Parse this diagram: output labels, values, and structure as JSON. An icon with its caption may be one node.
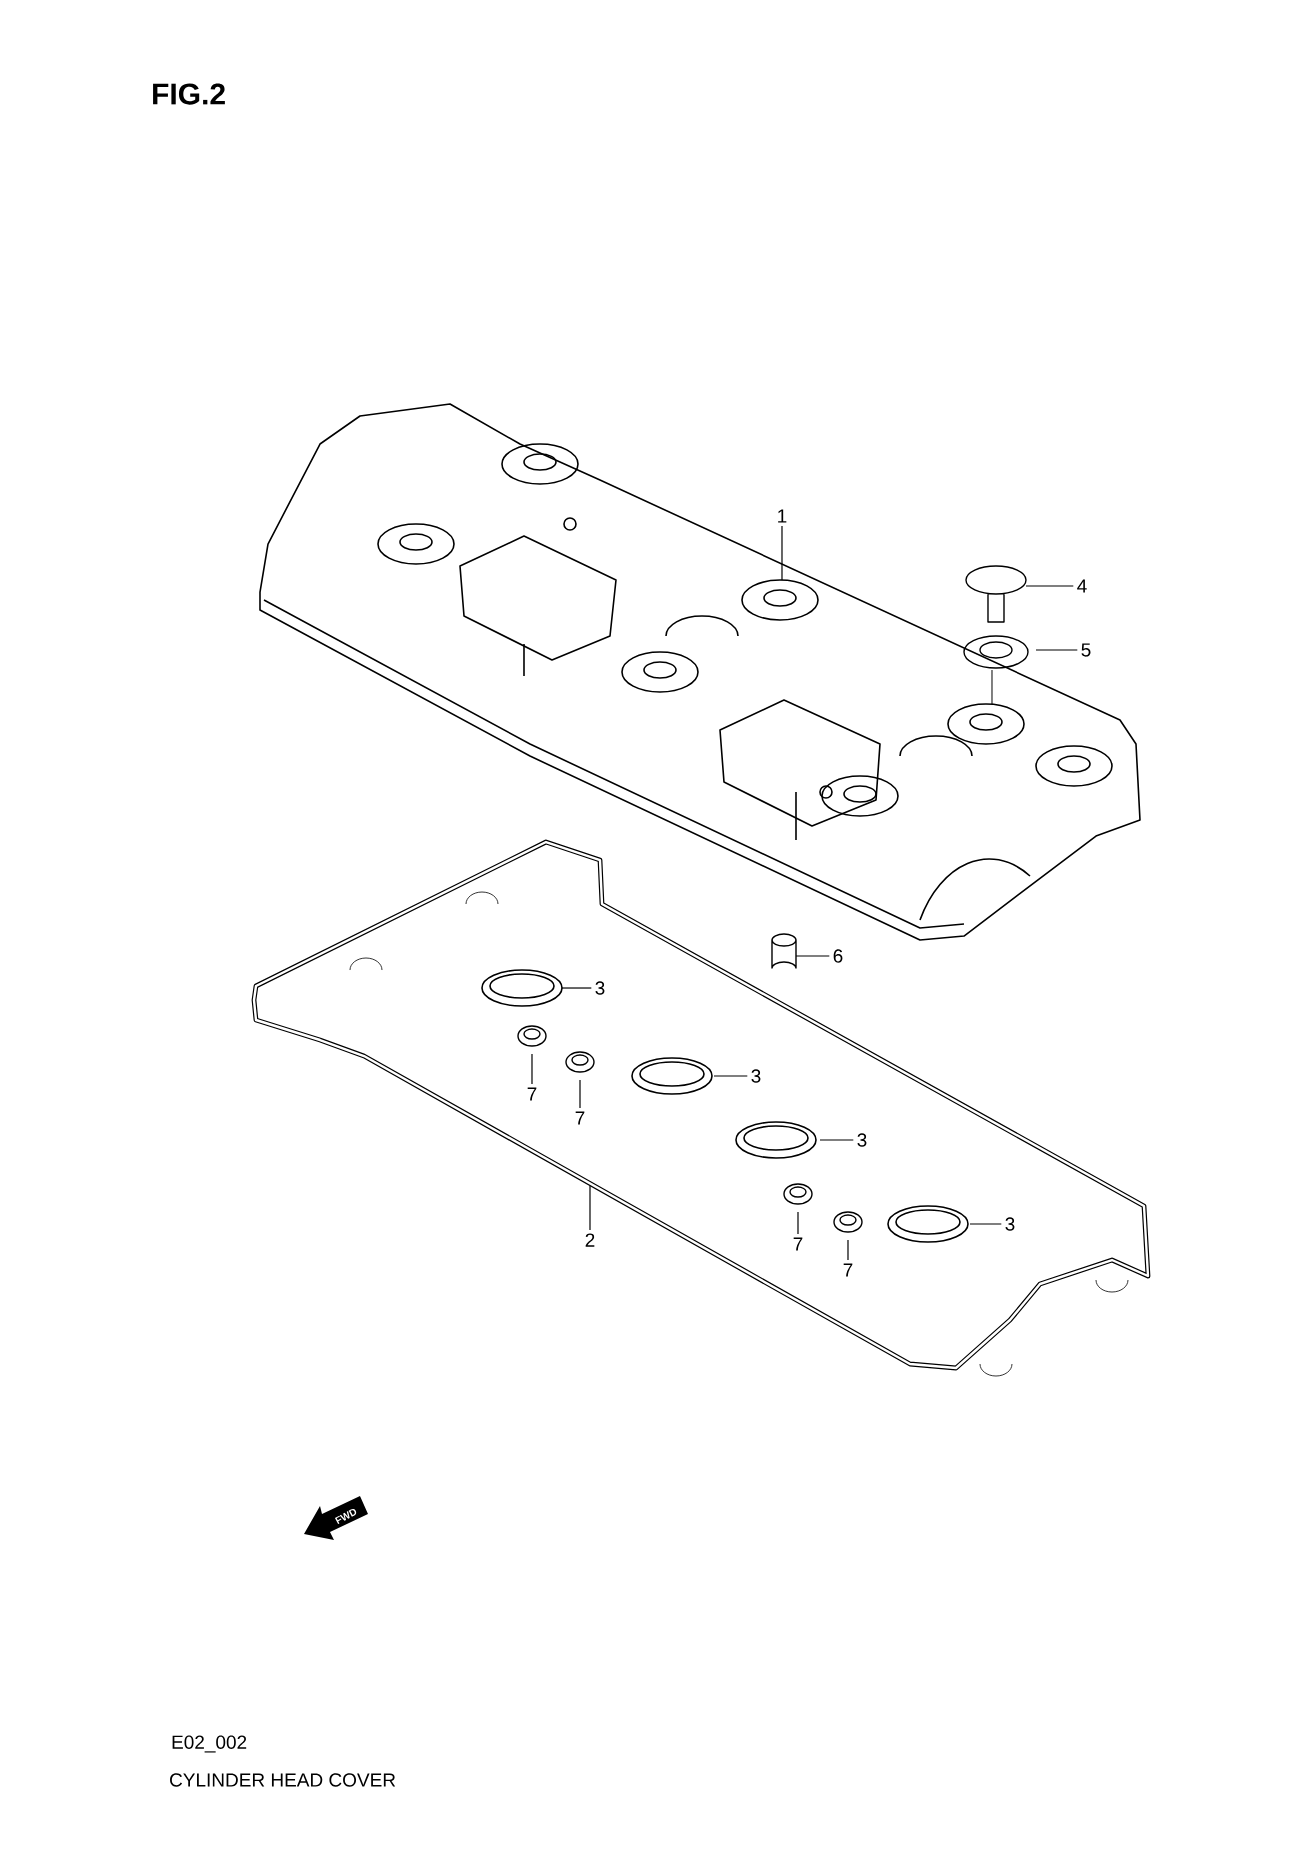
{
  "diagram": {
    "title": "FIG.2",
    "caption": "CYLINDER HEAD COVER",
    "nodes": [
      {
        "text": [
          "1"
        ]
      },
      {
        "text": [
          "4"
        ]
      },
      {
        "text": [
          "5"
        ]
      },
      {
        "text": [
          "6"
        ]
      },
      {
        "text": [
          "3"
        ]
      },
      {
        "text": [
          "3"
        ]
      },
      {
        "text": [
          "7"
        ]
      },
      {
        "text": [
          "7"
        ]
      },
      {
        "text": [
          "3"
        ]
      },
      {
        "text": [
          "3"
        ]
      },
      {
        "text": [
          "2"
        ]
      },
      {
        "text": [
          "7"
        ]
      },
      {
        "text": [
          "7"
        ]
      }
    ],
    "edges": [
      {
        "from": 0,
        "to": null,
        "arrow": "none"
      },
      {
        "from": 1,
        "to": null,
        "arrow": "none"
      },
      {
        "from": 2,
        "to": null,
        "arrow": "none"
      },
      {
        "from": 3,
        "to": null,
        "arrow": "none"
      },
      {
        "from": 4,
        "to": null,
        "arrow": "none"
      },
      {
        "from": 5,
        "to": null,
        "arrow": "none"
      },
      {
        "from": 6,
        "to": null,
        "arrow": "none"
      },
      {
        "from": 7,
        "to": null,
        "arrow": "none"
      },
      {
        "from": 8,
        "to": null,
        "arrow": "none"
      },
      {
        "from": 9,
        "to": null,
        "arrow": "none"
      },
      {
        "from": 10,
        "to": null,
        "arrow": "none"
      },
      {
        "from": 11,
        "to": null,
        "arrow": "none"
      },
      {
        "from": 12,
        "to": null,
        "arrow": "none"
      }
    ],
    "labels": [
      "FWD",
      "E02_002"
    ]
  }
}
